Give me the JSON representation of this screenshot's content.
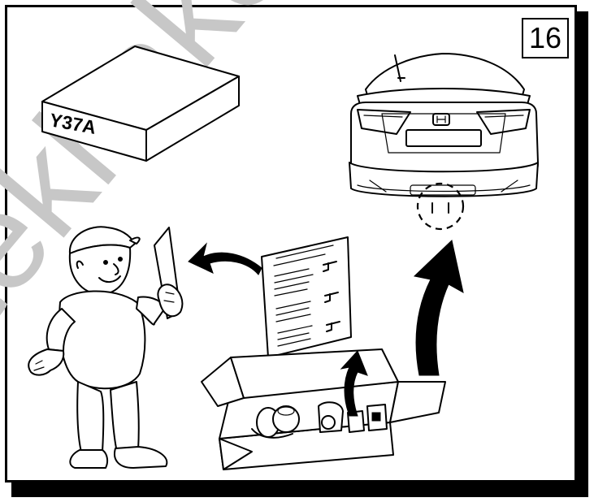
{
  "step_number": "16",
  "kit_box": {
    "label": "Y37A"
  },
  "watermark": {
    "text": "tekhake"
  },
  "icons": [
    "watermark-text",
    "kit-box-icon",
    "technician-figure-icon",
    "car-rear-icon",
    "instruction-sheet-icon",
    "open-parts-box-icon",
    "arrow-icon"
  ],
  "colors": {
    "ink": "#000000",
    "paper": "#ffffff",
    "watermark": "#c7c7c7"
  }
}
